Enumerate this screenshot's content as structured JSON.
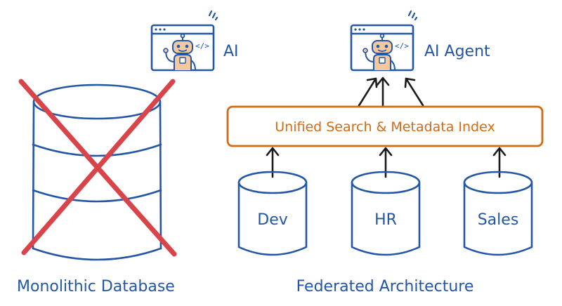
{
  "labels": {
    "ai": "AI",
    "ai_agent": "AI Agent",
    "index": "Unified Search & Metadata Index",
    "dev": "Dev",
    "hr": "HR",
    "sales": "Sales",
    "monolithic": "Monolithic Database",
    "federated": "Federated Architecture"
  },
  "icons": {
    "robot_window": "robot-browser-window-icon",
    "code_tag": "code-tag-icon",
    "sparkle": "sparkle-icon",
    "cross": "red-x-icon"
  },
  "colors": {
    "blue": "#2456a6",
    "orange": "#d46b12",
    "red": "#d9444a",
    "black": "#1a1a1a"
  }
}
